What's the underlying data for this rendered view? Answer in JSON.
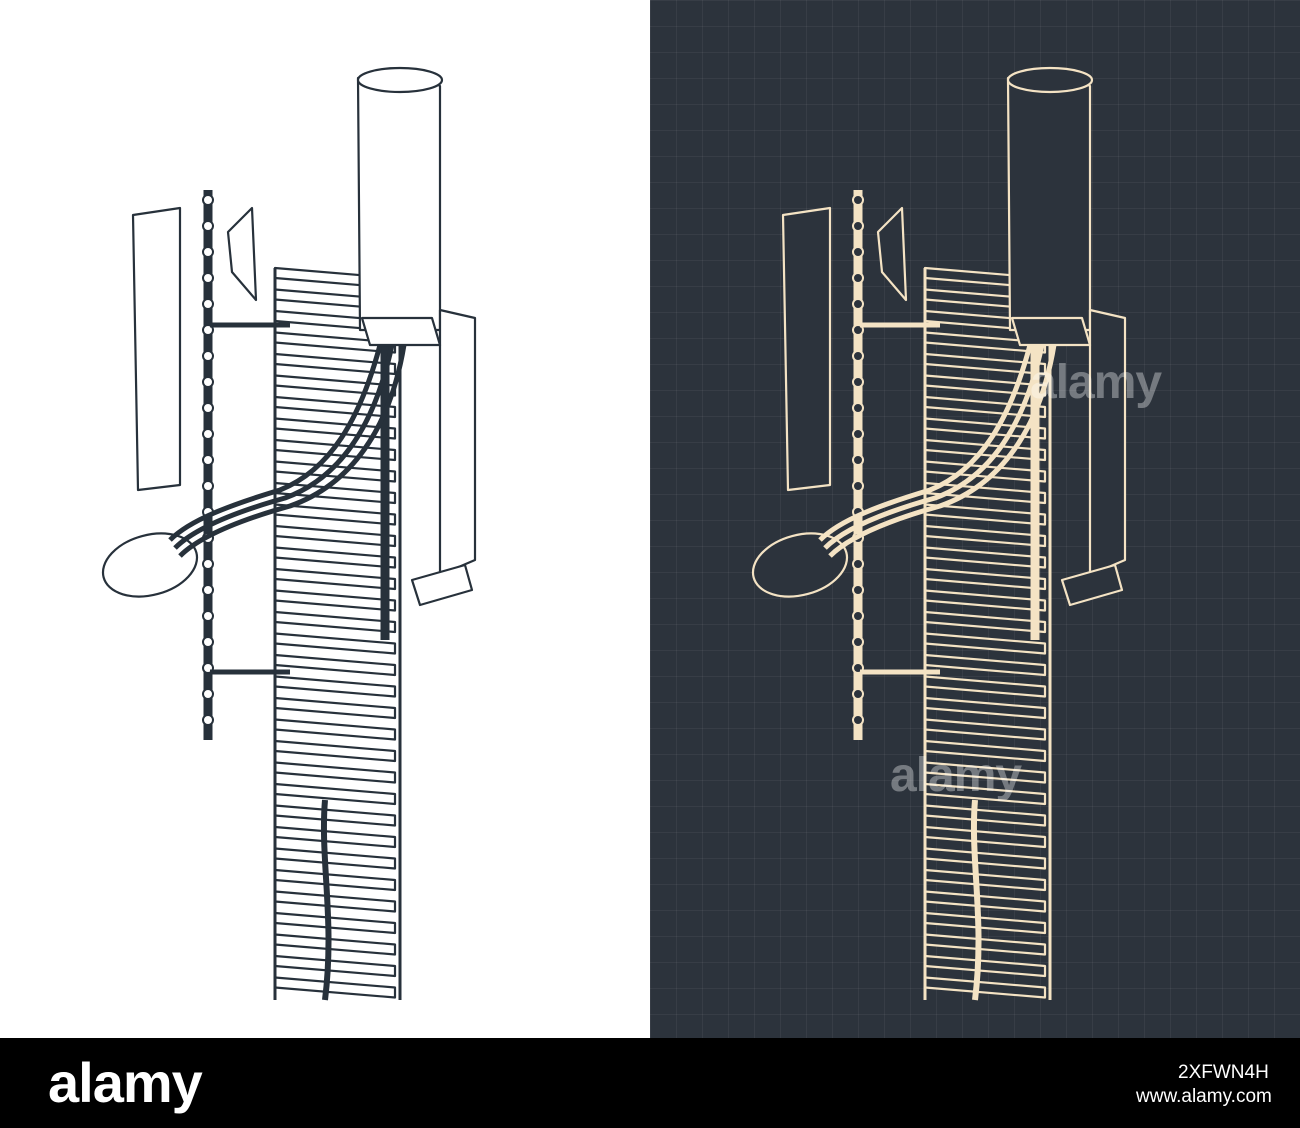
{
  "watermark": {
    "brand": "alamy"
  },
  "footer": {
    "logo_text": "alamy",
    "image_id": "2XFWN4H",
    "domain": "www.alamy.com"
  },
  "illustration": {
    "subject": "cell-tower-antenna-drawing",
    "left_variant": {
      "background": "#ffffff",
      "line": "#27313b"
    },
    "right_variant": {
      "background": "#2c333c",
      "line": "#f4e3c4"
    }
  }
}
